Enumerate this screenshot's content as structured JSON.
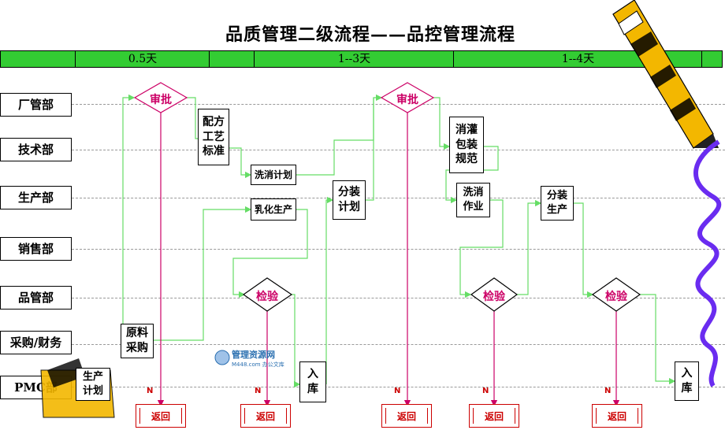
{
  "title": "品质管理二级流程——品控管理流程",
  "timeline": [
    "0.5天",
    "1--3天",
    "1--4天"
  ],
  "departments": [
    "厂管部",
    "技术部",
    "生产部",
    "销售部",
    "品管部",
    "采购/财务",
    "PMC部"
  ],
  "nodes": {
    "approve1": "审批",
    "approve2": "审批",
    "formula": "配方\n工艺\n标准",
    "wash_plan": "洗消计划",
    "milk_prod": "乳化生产",
    "pack_plan": "分装\n计划",
    "wash_spec": "消灌\n包装\n规范",
    "wash_op": "洗消\n作业",
    "pack_prod": "分装\n生产",
    "inspect1": "检验",
    "inspect2": "检验",
    "inspect3": "检验",
    "material": "原料\n采购",
    "prod_plan": "生产\n计划",
    "store1": "入\n库",
    "store2": "入\n库"
  },
  "returns": [
    "返回",
    "返回",
    "返回",
    "返回",
    "返回"
  ],
  "n_label": "N",
  "watermark": {
    "name": "管理资源网",
    "sub": "M448.com 办公文库"
  },
  "colors": {
    "timeline_bar": "#33cc33",
    "flow_line": "#66dd66",
    "red_line": "#cc0066",
    "diamond": "#cc0066"
  }
}
